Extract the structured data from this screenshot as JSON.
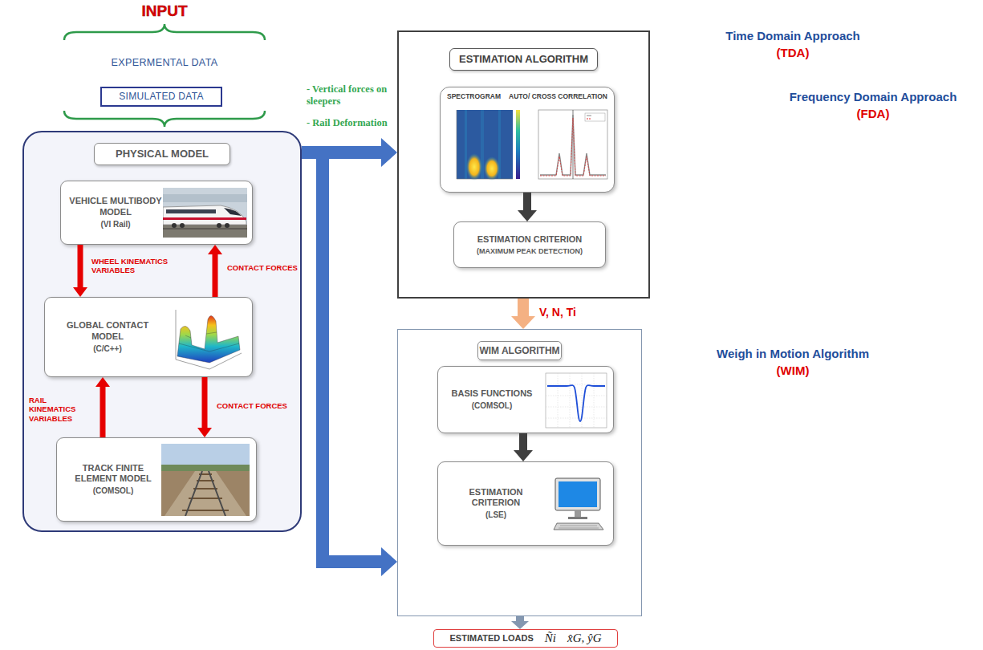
{
  "diagram": {
    "nodes": [
      {
        "text": [
          "SIMULATED DATA"
        ]
      },
      {
        "text": [
          "PHYSICAL MODEL"
        ]
      },
      {
        "text": [
          "VEHICLE MULTIBODY MODEL",
          "(VI Rail)"
        ],
        "in": 1
      },
      {
        "text": [
          "GLOBAL CONTACT MODEL",
          "(C/C++)"
        ],
        "in": 1
      },
      {
        "text": [
          "TRACK FINITE ELEMENT MODEL",
          "(COMSOL)"
        ],
        "in": 1
      },
      {
        "text": [
          "ESTIMATION ALGORITHM"
        ]
      },
      {
        "text": [
          "SPECTROGRAM",
          "AUTO/ CROSS CORRELATION"
        ],
        "in": 5
      },
      {
        "text": [
          "ESTIMATION CRITERION",
          "(MAXIMUM PEAK DETECTION)"
        ],
        "in": 5
      },
      {
        "text": [
          "WIM ALGORITHM"
        ]
      },
      {
        "text": [
          "BASIS FUNCTIONS",
          "(COMSOL)"
        ],
        "in": 8
      },
      {
        "text": [
          "ESTIMATION CRITERION",
          "(LSE)"
        ],
        "in": 8
      },
      {
        "text": [
          "ESTIMATED LOADS",
          "Ñi",
          "x̂G, ŷG"
        ]
      }
    ],
    "edges": [
      {
        "from": 2,
        "to": 3,
        "arrow": "to",
        "label": "WHEEL KINEMATICS VARIABLES"
      },
      {
        "from": 3,
        "to": 2,
        "arrow": "to",
        "label": "CONTACT FORCES"
      },
      {
        "from": 4,
        "to": 3,
        "arrow": "to",
        "label": "RAIL KINEMATICS VARIABLES"
      },
      {
        "from": 3,
        "to": 4,
        "arrow": "to",
        "label": "CONTACT FORCES"
      },
      {
        "from": 1,
        "to": 5,
        "arrow": "to"
      },
      {
        "from": 1,
        "to": 8,
        "arrow": "to"
      },
      {
        "from": 6,
        "to": 7,
        "arrow": "to"
      },
      {
        "from": 5,
        "to": 8,
        "arrow": "to",
        "label": "V, N, Ti"
      },
      {
        "from": 9,
        "to": 10,
        "arrow": "to"
      },
      {
        "from": 8,
        "to": 11,
        "arrow": "to"
      }
    ],
    "labels": [
      "INPUT",
      "EXPERMENTAL DATA",
      "- Vertical forces on sleepers",
      "- Rail Deformation",
      "Time Domain Approach",
      "(TDA)",
      "Frequency Domain Approach",
      "(FDA)",
      "Weigh in Motion Algorithm",
      "(WIM)"
    ]
  }
}
